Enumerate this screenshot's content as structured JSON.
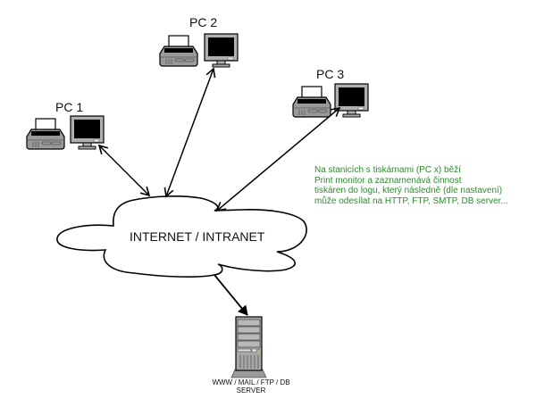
{
  "nodes": {
    "pc1": {
      "label": "PC 1"
    },
    "pc2": {
      "label": "PC 2"
    },
    "pc3": {
      "label": "PC 3"
    },
    "network": {
      "label": "INTERNET /  INTRANET"
    },
    "server": {
      "label_line1": "WWW / MAIL / FTP / DB",
      "label_line2": "SERVER"
    }
  },
  "note": {
    "lines": [
      "Na stanicích s tiskárnami (PC x) běží",
      "Print monitor a zaznamenává činnost",
      "tiskáren do logu, který následně (dle nastavení)",
      "může odesílat na HTTP, FTP, SMTP, DB server..."
    ],
    "color": "#2e8b2e"
  },
  "edges": [
    {
      "from": "pc1",
      "to": "network",
      "direction": "both"
    },
    {
      "from": "pc2",
      "to": "network",
      "direction": "both"
    },
    {
      "from": "pc3",
      "to": "network",
      "direction": "both"
    },
    {
      "from": "network",
      "to": "server",
      "direction": "forward"
    }
  ]
}
